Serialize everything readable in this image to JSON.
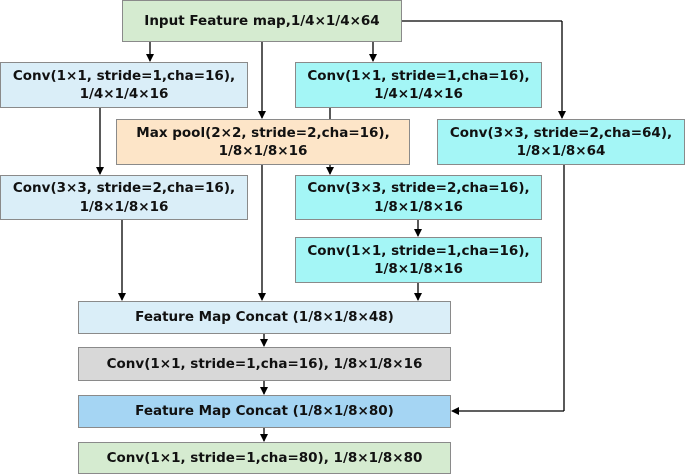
{
  "colors": {
    "green": "#d5ebd0",
    "light_blue": "#daeef8",
    "cyan": "#a4f6f6",
    "peach": "#fde5c8",
    "gray": "#d8d8d8",
    "mid_blue": "#a5d5f3"
  },
  "nodes": {
    "input": {
      "line1": "Input Feature map,1/4×1/4×64"
    },
    "conv_left_1": {
      "line1": "Conv(1×1, stride=1,cha=16),",
      "line2": "1/4×1/4×16"
    },
    "conv_mid_1": {
      "line1": "Conv(1×1, stride=1,cha=16),",
      "line2": "1/4×1/4×16"
    },
    "maxpool": {
      "line1": "Max pool(2×2, stride=2,cha=16),",
      "line2": "1/8×1/8×16"
    },
    "conv_right": {
      "line1": "Conv(3×3, stride=2,cha=64),",
      "line2": "1/8×1/8×64"
    },
    "conv_left_2": {
      "line1": "Conv(3×3, stride=2,cha=16),",
      "line2": "1/8×1/8×16"
    },
    "conv_mid_2": {
      "line1": "Conv(3×3, stride=2,cha=16),",
      "line2": "1/8×1/8×16"
    },
    "conv_mid_3": {
      "line1": "Conv(1×1, stride=1,cha=16),",
      "line2": "1/8×1/8×16"
    },
    "concat_1": {
      "line1": "Feature Map Concat (1/8×1/8×48)"
    },
    "conv_gray": {
      "line1": "Conv(1×1, stride=1,cha=16), 1/8×1/8×16"
    },
    "concat_2": {
      "line1": "Feature Map Concat (1/8×1/8×80)"
    },
    "conv_out": {
      "line1": "Conv(1×1, stride=1,cha=80), 1/8×1/8×80"
    }
  }
}
